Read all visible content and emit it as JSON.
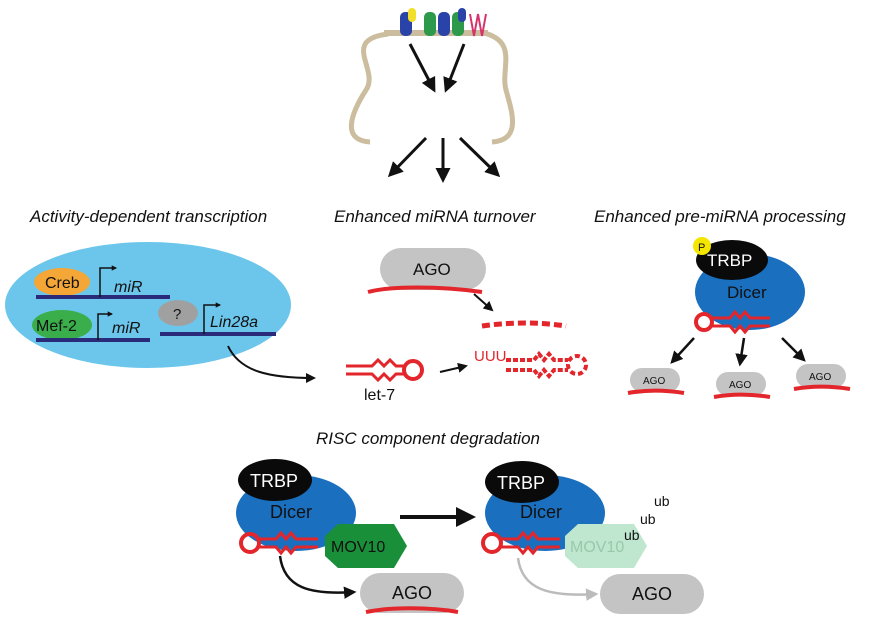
{
  "headings": {
    "transcription": "Activity-dependent transcription",
    "turnover": "Enhanced miRNA turnover",
    "processing": "Enhanced pre-miRNA processing",
    "degradation": "RISC component degradation"
  },
  "transcription": {
    "creb": "Creb",
    "mef2": "Mef-2",
    "mir_1": "miR",
    "mir_2": "miR",
    "unknown": "?",
    "lin28a": "Lin28a"
  },
  "turnover": {
    "ago": "AGO",
    "let7": "let-7",
    "uuu": "UUU"
  },
  "processing": {
    "phospho": "P",
    "trbp": "TRBP",
    "dicer": "Dicer",
    "ago_1": "AGO",
    "ago_2": "AGO",
    "ago_3": "AGO"
  },
  "degradation": {
    "trbp_left": "TRBP",
    "dicer_left": "Dicer",
    "mov10_left": "MOV10",
    "ago_left": "AGO",
    "trbp_right": "TRBP",
    "dicer_right": "Dicer",
    "mov10_right": "MOV10",
    "ago_right": "AGO",
    "ub_1": "ub",
    "ub_2": "ub",
    "ub_3": "ub"
  },
  "colors": {
    "nucleus": "#6cc6ec",
    "creb": "#f4a736",
    "mef2": "#3aae4a",
    "dna": "#2a2a7a",
    "dicer": "#1a6fbf",
    "rna": "#e3262b",
    "ago": "#c4c4c4",
    "trbp": "#0a0a0a",
    "phospho": "#f5e600",
    "mov10": "#1a8f3a",
    "mov10_faded": "#bfe6cf"
  },
  "icons": [
    "membrane-receptors",
    "arrow",
    "hairpin-rna",
    "ubiquitin-tag"
  ]
}
